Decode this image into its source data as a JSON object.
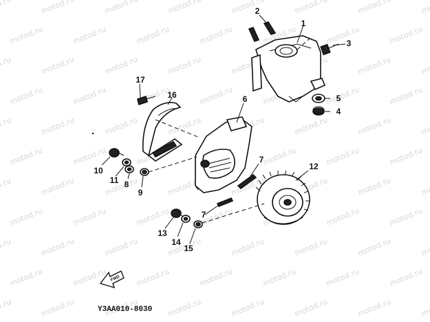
{
  "watermark": "motod.ru",
  "parts": [
    {
      "id": "1",
      "name": "part-1-shroud"
    },
    {
      "id": "2",
      "name": "part-2-pin"
    },
    {
      "id": "3",
      "name": "part-3-bolt"
    },
    {
      "id": "4",
      "name": "part-4-nut"
    },
    {
      "id": "5",
      "name": "part-5-washer"
    },
    {
      "id": "6",
      "name": "part-6-fan-cover"
    },
    {
      "id": "7",
      "name": "part-7-key-upper"
    },
    {
      "id": "7",
      "name": "part-7-key-lower"
    },
    {
      "id": "8",
      "name": "part-8-washer"
    },
    {
      "id": "9",
      "name": "part-9-nut"
    },
    {
      "id": "10",
      "name": "part-10-bolt"
    },
    {
      "id": "11",
      "name": "part-11-washer"
    },
    {
      "id": "12",
      "name": "part-12-flywheel"
    },
    {
      "id": "13",
      "name": "part-13-bolt"
    },
    {
      "id": "14",
      "name": "part-14-washer"
    },
    {
      "id": "15",
      "name": "part-15-nut"
    },
    {
      "id": "16",
      "name": "part-16-guard"
    },
    {
      "id": "17",
      "name": "part-17-screw"
    }
  ],
  "footer_code": "Y3AA010-8030",
  "front_mark": "FWD"
}
